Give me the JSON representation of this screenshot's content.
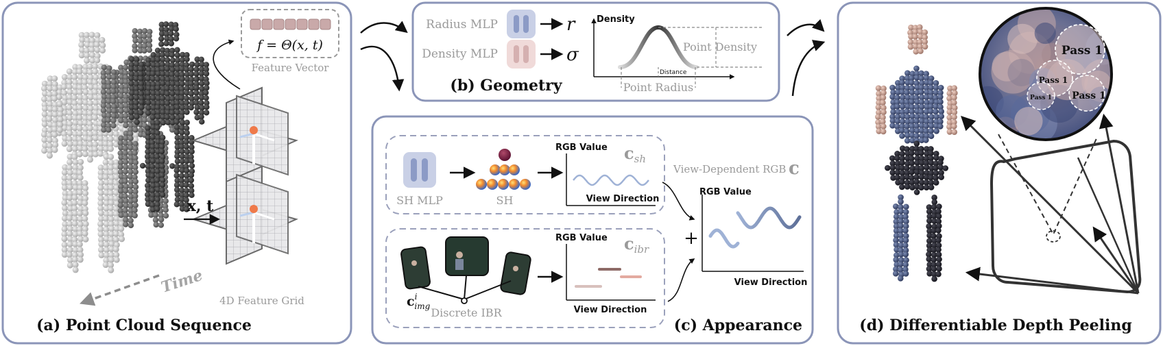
{
  "panels": {
    "a": {
      "title": "(a) Point Cloud Sequence",
      "feature_formula": "f = Θ(x, t)",
      "feature_vector_label": "Feature Vector",
      "grid_label": "4D Feature Grid",
      "input_label": "x, t",
      "time_label": "Time"
    },
    "b": {
      "title": "(b) Geometry",
      "radius_mlp": "Radius MLP",
      "radius_symbol": "r",
      "density_mlp": "Density MLP",
      "density_symbol": "σ",
      "ylabel": "Density",
      "xlabel": "Distance",
      "point_density": "Point Density",
      "point_radius": "Point Radius"
    },
    "c": {
      "title": "(c) Appearance",
      "sh_mlp": "SH MLP",
      "sh_label": "SH",
      "sh_plot_ylabel": "RGB Value",
      "sh_plot_xlabel": "View Direction",
      "c_sh": "c",
      "c_sh_sub": "sh",
      "ibr_label": "Discrete IBR",
      "c_img": "c",
      "c_img_sup": "i",
      "c_img_sub": "img",
      "ibr_plot_ylabel": "RGB Value",
      "ibr_plot_xlabel": "View Direction",
      "c_ibr": "c",
      "c_ibr_sub": "ibr",
      "view_dep_label": "View-Dependent RGB",
      "c_view": "c",
      "plus": "+",
      "sum_plot_ylabel": "RGB Value",
      "sum_plot_xlabel": "View Direction"
    },
    "d": {
      "title": "(d) Differentiable Depth Peeling",
      "pass_labels": [
        "Pass 1",
        "Pass 1",
        "Pass 1",
        "Pass 1"
      ]
    }
  },
  "colors": {
    "panel_border": "#8b95b8",
    "dashed_border": "#9aa0bb",
    "mlp_blue": "#aeb9d8",
    "mlp_blue_bar": "#8c9bc6",
    "mlp_pink": "#ecd3d2",
    "mlp_pink_bar": "#d5b0b0",
    "feature_cell": "#c9a9a9",
    "sin_blue": "#9fb2d6",
    "grey_text": "#9a9a9a",
    "dark_text": "#222222"
  }
}
